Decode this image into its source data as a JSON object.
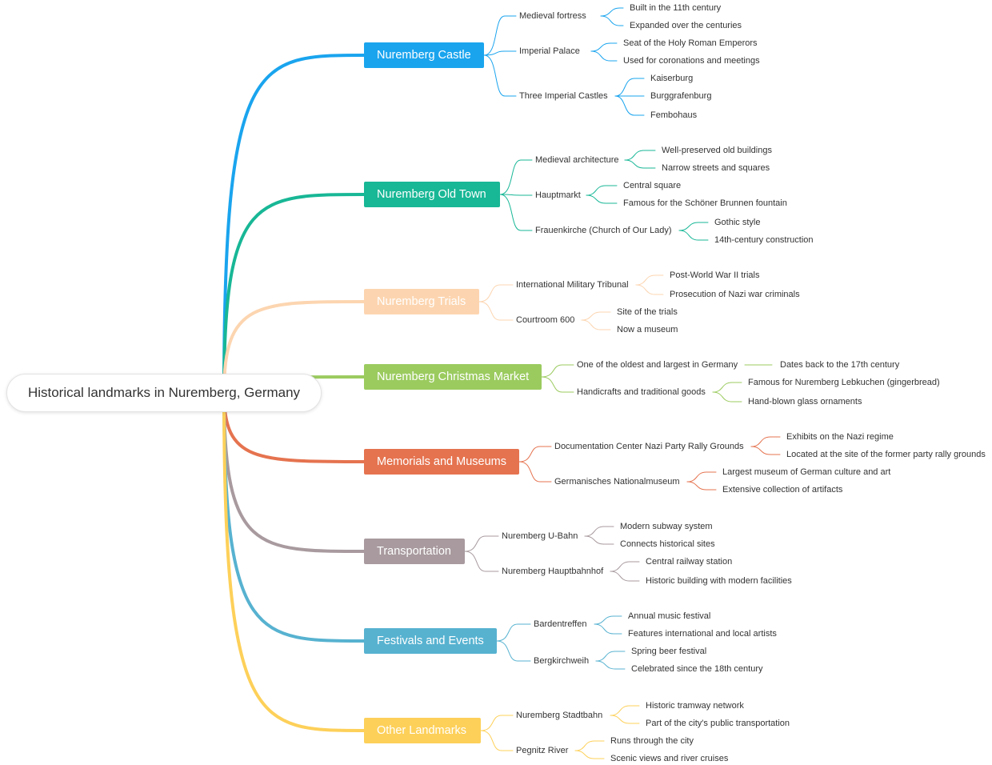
{
  "root": {
    "label": "Historical landmarks in Nuremberg, Germany"
  },
  "branches": [
    {
      "label": "Nuremberg Castle",
      "color": "#1aa4ee",
      "children": [
        {
          "label": "Medieval fortress",
          "children": [
            "Built in the 11th century",
            "Expanded over the centuries"
          ]
        },
        {
          "label": "Imperial Palace",
          "children": [
            "Seat of the Holy Roman Emperors",
            "Used for coronations and meetings"
          ]
        },
        {
          "label": "Three Imperial Castles",
          "children": [
            "Kaiserburg",
            "Burggrafenburg",
            "Fembohaus"
          ]
        }
      ]
    },
    {
      "label": "Nuremberg Old Town",
      "color": "#18b796",
      "children": [
        {
          "label": "Medieval architecture",
          "children": [
            "Well-preserved old buildings",
            "Narrow streets and squares"
          ]
        },
        {
          "label": "Hauptmarkt",
          "children": [
            "Central square",
            "Famous for the Schöner Brunnen fountain"
          ]
        },
        {
          "label": "Frauenkirche (Church of Our Lady)",
          "children": [
            "Gothic style",
            "14th-century construction"
          ]
        }
      ]
    },
    {
      "label": "Nuremberg Trials",
      "color": "#fcd5b0",
      "children": [
        {
          "label": "International Military Tribunal",
          "children": [
            "Post-World War II trials",
            "Prosecution of Nazi war criminals"
          ]
        },
        {
          "label": "Courtroom 600",
          "children": [
            "Site of the trials",
            "Now a museum"
          ]
        }
      ]
    },
    {
      "label": "Nuremberg Christmas Market",
      "color": "#9bcb5f",
      "children": [
        {
          "label": "One of the oldest and largest in Germany",
          "children": [
            "Dates back to the 17th century"
          ]
        },
        {
          "label": "Handicrafts and traditional goods",
          "children": [
            "Famous for Nuremberg Lebkuchen (gingerbread)",
            "Hand-blown glass ornaments"
          ]
        }
      ]
    },
    {
      "label": "Memorials and Museums",
      "color": "#e5734f",
      "children": [
        {
          "label": "Documentation Center Nazi Party Rally Grounds",
          "children": [
            "Exhibits on the Nazi regime",
            "Located at the site of the former party rally grounds"
          ]
        },
        {
          "label": "Germanisches Nationalmuseum",
          "children": [
            "Largest museum of German culture and art",
            "Extensive collection of artifacts"
          ]
        }
      ]
    },
    {
      "label": "Transportation",
      "color": "#a89a9e",
      "children": [
        {
          "label": "Nuremberg U-Bahn",
          "children": [
            "Modern subway system",
            "Connects historical sites"
          ]
        },
        {
          "label": "Nuremberg Hauptbahnhof",
          "children": [
            "Central railway station",
            "Historic building with modern facilities"
          ]
        }
      ]
    },
    {
      "label": "Festivals and Events",
      "color": "#57b2d0",
      "children": [
        {
          "label": "Bardentreffen",
          "children": [
            "Annual music festival",
            "Features international and local artists"
          ]
        },
        {
          "label": "Bergkirchweih",
          "children": [
            "Spring beer festival",
            "Celebrated since the 18th century"
          ]
        }
      ]
    },
    {
      "label": "Other Landmarks",
      "color": "#fdd059",
      "children": [
        {
          "label": "Nuremberg Stadtbahn",
          "children": [
            "Historic tramway network",
            "Part of the city's public transportation"
          ]
        },
        {
          "label": "Pegnitz River",
          "children": [
            "Runs through the city",
            "Scenic views and river cruises"
          ]
        }
      ]
    }
  ]
}
